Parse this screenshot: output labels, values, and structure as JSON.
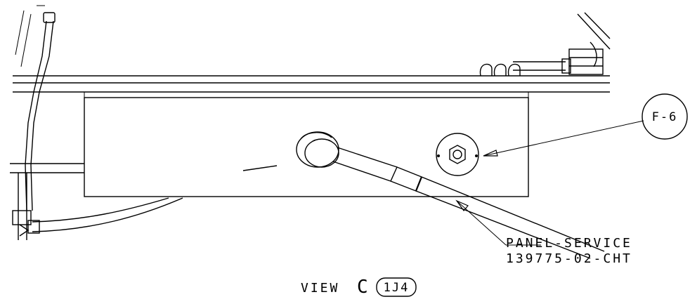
{
  "callout_detail": {
    "text": "F-6"
  },
  "part_label": {
    "line1": "PANEL-SERVICE",
    "line2": "139775-02-CHT"
  },
  "view_caption": {
    "prefix": "VIEW",
    "letter": "C",
    "zone_ref": "1J4"
  },
  "colors": {
    "line": "#000000",
    "background": "#ffffff"
  }
}
